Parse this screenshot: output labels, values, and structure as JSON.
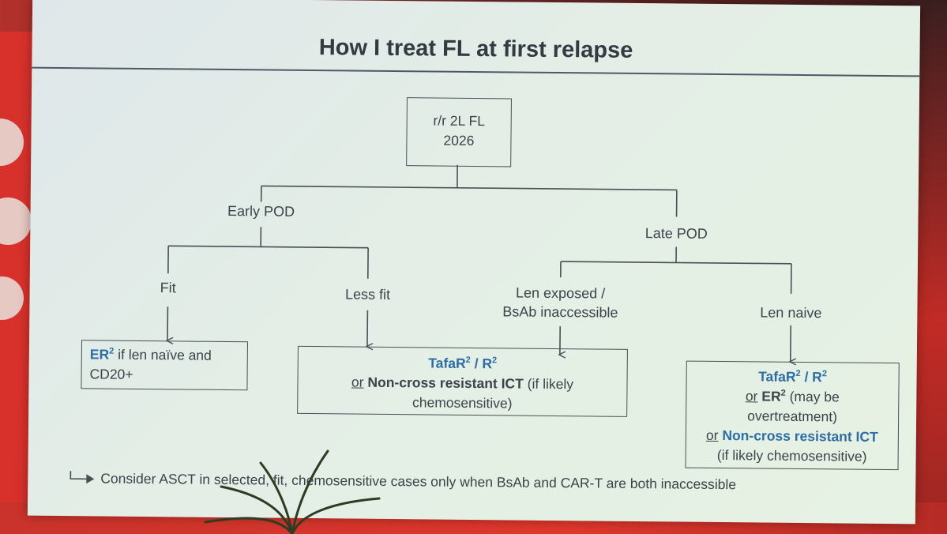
{
  "slide": {
    "title": "How I treat FL at first relapse"
  },
  "nodes": {
    "root": {
      "line1": "r/r 2L FL",
      "line2": "2026"
    },
    "fit_box": {
      "prefix": "ER",
      "sup": "2",
      "text": " if len naïve and",
      "line2": "CD20+"
    },
    "lessfit_box": {
      "line1_a": "TafaR",
      "sup1": "2",
      "line1_b": " / R",
      "sup2": "2",
      "line2_or": "or",
      "line2_bold": "Non-cross resistant ICT",
      "line2_rest": " (if likely",
      "line3": "chemosensitive)"
    },
    "lennaive_box": {
      "line1_a": "TafaR",
      "sup1": "2",
      "line1_b": " / R",
      "sup2": "2",
      "line2_or": "or",
      "line2_bold": "ER",
      "sup3": "2",
      "line2_rest": " (may be",
      "line3": "overtreatment)",
      "line4_or": "or",
      "line4_bold": "Non-cross resistant ICT",
      "line5": "(if likely chemosensitive)"
    }
  },
  "labels": {
    "early_pod": "Early POD",
    "late_pod": "Late POD",
    "fit": "Fit",
    "less_fit": "Less fit",
    "len_exposed_1": "Len exposed /",
    "len_exposed_2": "BsAb inaccessible",
    "len_naive": "Len naive"
  },
  "footnote": {
    "text": "Consider ASCT in selected, fit, chemosensitive cases only when BsAb  and CAR-T are both inaccessible"
  },
  "colors": {
    "highlight_blue": "#2d6ca4",
    "slide_bg": "#e3ede6",
    "frame_red": "#d8312b"
  }
}
